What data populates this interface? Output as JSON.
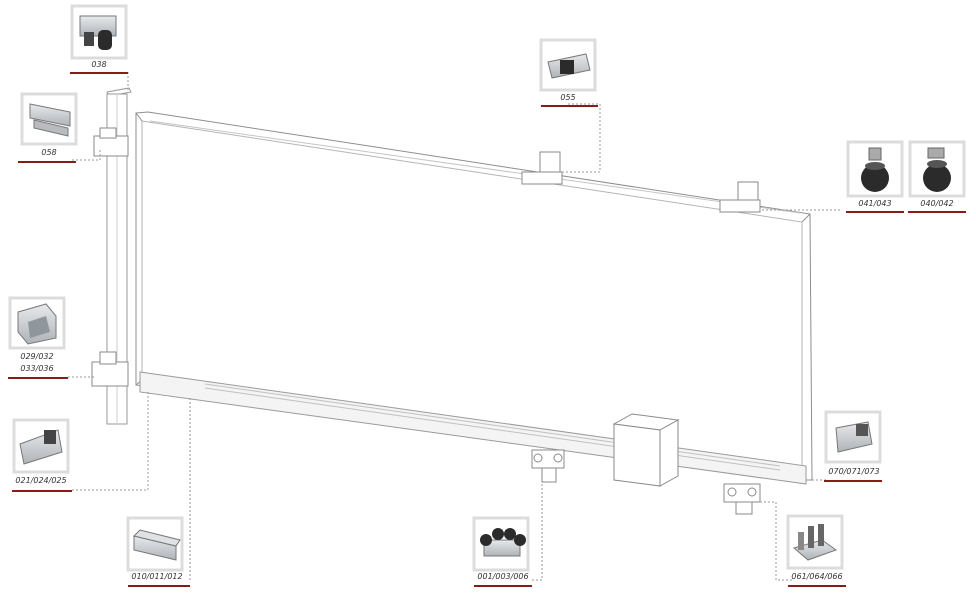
{
  "colors": {
    "accent_underline": "#8b1a1a",
    "line": "#9a9a9a",
    "tile_border": "#dcdcdc",
    "metal": "#c8ccd0",
    "dark_part": "#2b2b2b"
  },
  "parts": [
    {
      "key": "p038",
      "label": "038",
      "icon": "gate-guide-roller-icon"
    },
    {
      "key": "p058",
      "label": "058",
      "icon": "wall-bracket-icon"
    },
    {
      "key": "p055",
      "label": "055",
      "icon": "top-guide-bracket-icon"
    },
    {
      "key": "p041",
      "label": "041/043",
      "icon": "guide-roller-icon"
    },
    {
      "key": "p040",
      "label": "040/042",
      "icon": "guide-roller-icon"
    },
    {
      "key": "p029",
      "label_line1": "029/032",
      "label_line2": "033/036",
      "icon": "receiving-catch-icon"
    },
    {
      "key": "p021",
      "label": "021/024/025",
      "icon": "end-catch-icon"
    },
    {
      "key": "p010",
      "label": "010/011/012",
      "icon": "guide-rail-icon"
    },
    {
      "key": "p001",
      "label": "001/003/006",
      "icon": "carriage-trolley-icon"
    },
    {
      "key": "p061",
      "label": "061/064/066",
      "icon": "adjustable-base-plate-icon"
    },
    {
      "key": "p070",
      "label": "070/071/073",
      "icon": "rail-end-cap-icon"
    }
  ]
}
